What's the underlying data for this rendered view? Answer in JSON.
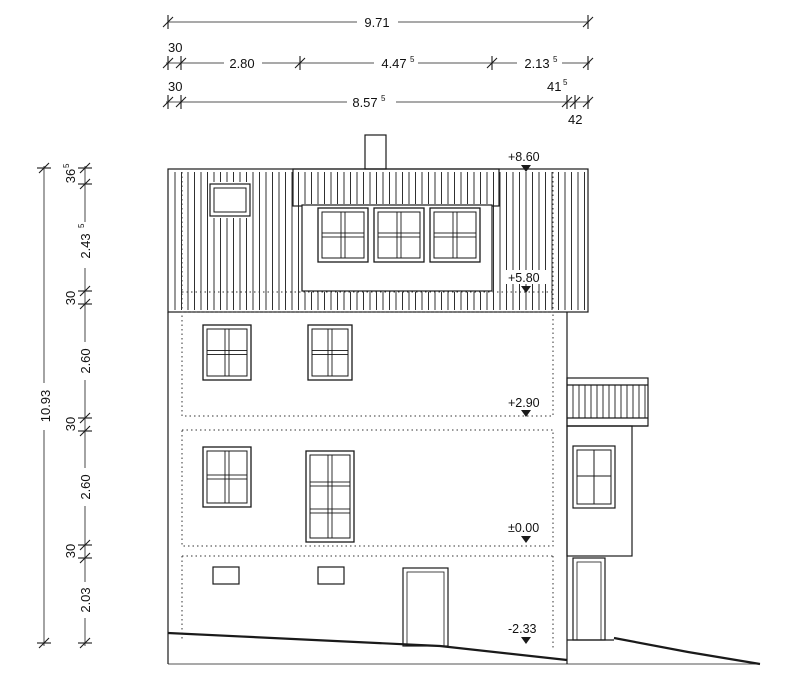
{
  "dimensions": {
    "top_total": "9.71",
    "top_row2": [
      {
        "main": "30",
        "sup": ""
      },
      {
        "main": "2.80",
        "sup": ""
      },
      {
        "main": "4.47",
        "sup": "5"
      },
      {
        "main": "2.13",
        "sup": "5"
      }
    ],
    "top_row3": [
      {
        "main": "30",
        "sup": ""
      },
      {
        "main": "8.57",
        "sup": "5"
      },
      {
        "main": "41",
        "sup": "5"
      },
      {
        "main": "42",
        "sup": ""
      }
    ],
    "left_total": "10.93",
    "left_segments": [
      {
        "main": "36",
        "sup": "5"
      },
      {
        "main": "2.43",
        "sup": "5"
      },
      {
        "main": "30",
        "sup": ""
      },
      {
        "main": "2.60",
        "sup": ""
      },
      {
        "main": "30",
        "sup": ""
      },
      {
        "main": "2.60",
        "sup": ""
      },
      {
        "main": "30",
        "sup": ""
      },
      {
        "main": "2.03",
        "sup": ""
      }
    ]
  },
  "levels": [
    "+8.60",
    "+5.80",
    "+2.90",
    "±0.00",
    "-2.33"
  ]
}
